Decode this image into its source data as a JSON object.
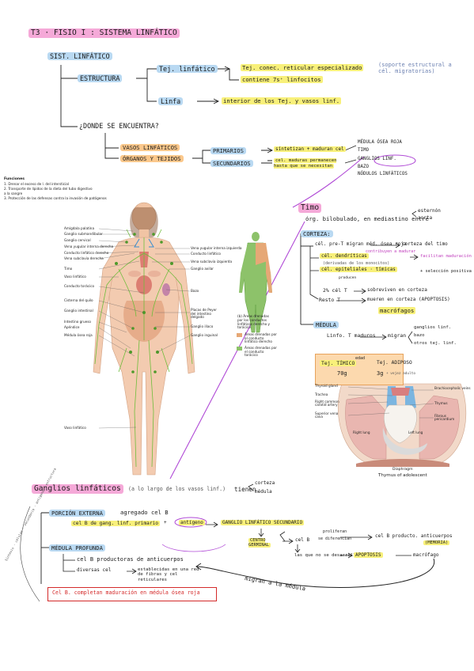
{
  "header": {
    "title": "T3 · FISIO I  : SISTEMA LINFÁTICO"
  },
  "overview": {
    "root": "SIST. LINFÁTICO",
    "estructura": "ESTRUCTURA",
    "tejido": "Tej. linfático",
    "tejido_desc": "Tej. conec. reticular especializado",
    "tejido_note": "(soporte estructural a cél. migratorias)",
    "tejido_contains": "contiene 7s⁺ linfocitos",
    "linfa": "Linfa",
    "linfa_desc": "interior de los Tej. y vasos linf.",
    "donde": "¿DONDE SE ENCUENTRA?",
    "vasos": "VASOS LINFÁTICOS",
    "organos": "ÓRGANOS Y TEJIDOS",
    "primarios": "PRIMARIOS",
    "primarios_desc": "síntetizan + maduran cel",
    "secundarios": "SECUNDARIOS",
    "secundarios_desc": "cel. maduras permanecen hasta que se necesitan",
    "organs_list": [
      "MÉDULA ÓSEA ROJA",
      "TIMO",
      "GANGLIOS LINF.",
      "BAZO",
      "NÓDULOS LINFÁTICOS"
    ]
  },
  "footnote": {
    "heading": "Funciones",
    "lines": [
      "1. Drenar el exceso de l. del intersticial",
      "2. Transporte de lípidos de la dieta del tubo digestivo",
      "   a la sangre",
      "3. Protección de las defensas contra la invasión de patógenos"
    ]
  },
  "body_figure": {
    "labels_left": [
      "Amígdala palatina",
      "Ganglio submandibular",
      "Ganglio cervical",
      "Vena yugular interna derecha",
      "Conducto linfático derecho",
      "Vena subclavia derecha",
      "Timo",
      "Vaso linfático",
      "Conducto torácico",
      "Cisterna del quilo",
      "Ganglio intestinal",
      "Intestino grueso",
      "Apéndice",
      "Médula ósea roja",
      "Vaso linfático"
    ],
    "labels_right": [
      "Vena yugular interna izquierda",
      "Conducto linfático",
      "Vena subclavia izquierda",
      "Ganglio axilar",
      "Bazo",
      "Placas de Peyer del intestino delgado",
      "Ganglio ilíaco",
      "Ganglio inguinal"
    ],
    "legend": [
      "(b) Áreas drenadas por los conductos linfáticos derecho y torácico",
      "Áreas drenadas por el conducto linfático derecho",
      "Áreas drenadas por el conducto torácico"
    ]
  },
  "timo": {
    "title": "Timo",
    "organo": "órg. bilobulado, en mediastino entre",
    "brace": [
      "esternón",
      "aorta"
    ],
    "corteza": "CORTEZA:",
    "pre_t": "cél. pre-T  migran méd. ósea roja",
    "pre_t_to": "corteza del timo",
    "dendriticas": "cél. dendríticas",
    "dendriticas_note": "(derivadas de los monocitos)",
    "dendriticas_action": "contribuyen a madurar",
    "epiteliales": "cél. epiteliales · tímicas",
    "epiteliales_action": "facilitan maduración",
    "selection": "+ selección positiva",
    "producen": "producen",
    "pct": "2% cél T",
    "pct_desc": "sobreviven en corteza",
    "resto": "Resto T",
    "resto_desc": "mueren en corteza (APOPTOSIS)",
    "macro": "macrófagos",
    "medula": "MÉDULA",
    "linfoT": "Linfo. T maduros",
    "migran": "migran",
    "targets": [
      "ganglios linf.",
      "bazo",
      "otros tej. linf."
    ],
    "tissue_label": "Tej. TÍMICO",
    "edad_label": "edad",
    "adiposo": "Tej. ADIPOSO",
    "from_mass": "70g",
    "to_mass": "3g",
    "vejez": "+ vejez adulto"
  },
  "thorax_figure": {
    "left_labels": [
      "Thyroid gland",
      "Trachea",
      "Right common carotid artery",
      "Superior vena cava",
      "Right lung"
    ],
    "right_labels": [
      "Brachiocephalic veins",
      "Thymus",
      "Fibrous pericardium",
      "Left lung"
    ],
    "bottom": [
      "Diaphragm",
      "Thymus of adolescent"
    ]
  },
  "ganglios": {
    "title": "Ganglios linfáticos",
    "note": "(a lo largo de los vasos linf.)",
    "tienen": "tienen",
    "brace": [
      "corteza",
      "médula"
    ],
    "externa": "PORCIÓN EXTERNA",
    "externa_desc": "agregado cel B",
    "primario": "cel B de gang. linf. primario",
    "antigeno": "antígeno",
    "secundario": "GANGLIO LINFÁTICO SECUNDARIO",
    "centro": "CENTRO GERMINAL",
    "celB": "cel B",
    "proliferan": "proliferan",
    "diferencian": "se diferencian",
    "celB_produce": "cel B producto. anticuerpos",
    "memoria": "(MEMORIA)",
    "no_desarrollan": "las que no se desarrollan",
    "apoptosis": "APOPTOSIS",
    "macrofago": "macrófago",
    "profunda": "MÉDULA PROFUNDA",
    "profunda_b": "cel B productoras de anticuerpos",
    "diversas": "diversas cel",
    "diversas_desc": "establecidas en una red de fibras y cel reticulares",
    "migran": "migran a la médula",
    "final": "Cel B. completan maduración en médula ósea roja",
    "side": "Síntesis · células · secundario · antígeno · estructura"
  },
  "colors": {
    "pink": "#f5a9d8",
    "blue": "#b9d9f2",
    "yellow": "#f8f07a",
    "orange": "#fbc88c",
    "purple": "#b04ad6",
    "green": "#6fbd3c",
    "red": "#d42a2a"
  }
}
